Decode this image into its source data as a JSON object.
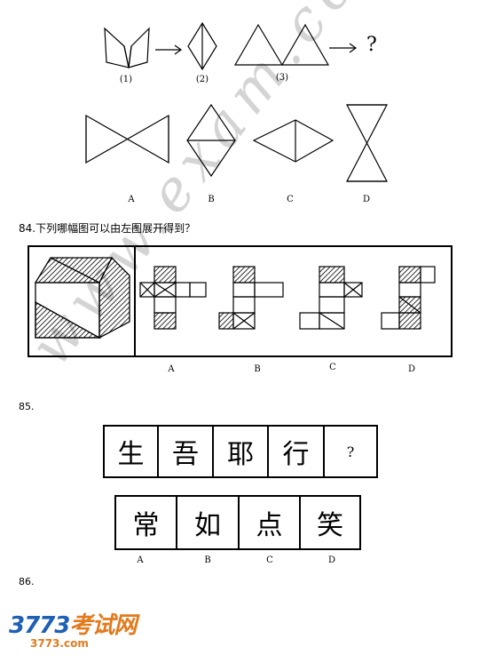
{
  "q83": {
    "seq_labels": [
      "(1)",
      "(2)",
      "(3)"
    ],
    "seq_question": "?",
    "option_labels": [
      "A",
      "B",
      "C",
      "D"
    ]
  },
  "q84": {
    "number_text": "84.下列哪幅图可以由左图展开得到？",
    "option_labels": [
      "A",
      "B",
      "C",
      "D"
    ]
  },
  "q85": {
    "number": "85.",
    "sequence": [
      "生",
      "吾",
      "耶",
      "行",
      "?"
    ],
    "options": [
      "常",
      "如",
      "点",
      "笑"
    ],
    "option_labels": [
      "A",
      "B",
      "C",
      "D"
    ]
  },
  "q86": {
    "number": "86."
  },
  "watermark": "www.exam.com",
  "logo": {
    "main_digits": "3773",
    "main_text": "考试网",
    "url": "3773.com"
  }
}
